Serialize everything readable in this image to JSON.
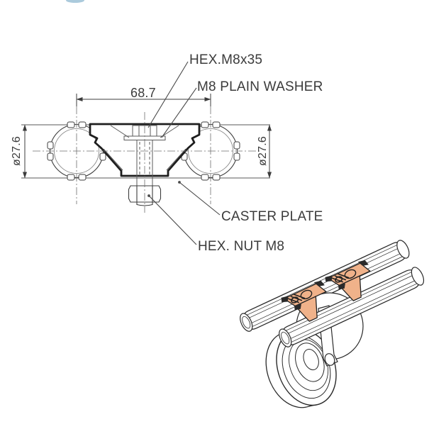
{
  "canvas": {
    "background": "#ffffff"
  },
  "artifact": {
    "logo_remnant_color": "#8fb8d0"
  },
  "drawing": {
    "callouts": {
      "hex_bolt": "HEX.M8x35",
      "washer": "M8 PLAIN WASHER",
      "caster_plate": "CASTER PLATE",
      "hex_nut": "HEX. NUT M8"
    },
    "dimensions": {
      "center_distance": "68.7",
      "pipe_dia_left": "ø27.6",
      "pipe_dia_right": "ø27.6"
    },
    "colors": {
      "line": "#3c3c3c",
      "thin_line": "#6f6f6f",
      "plate_outline": "#1e1e1e"
    }
  },
  "illustration": {
    "colors": {
      "bracket_fill": "#f0b28a",
      "outline": "#2a2a2a",
      "pipe_fill": "#ffffff"
    }
  }
}
